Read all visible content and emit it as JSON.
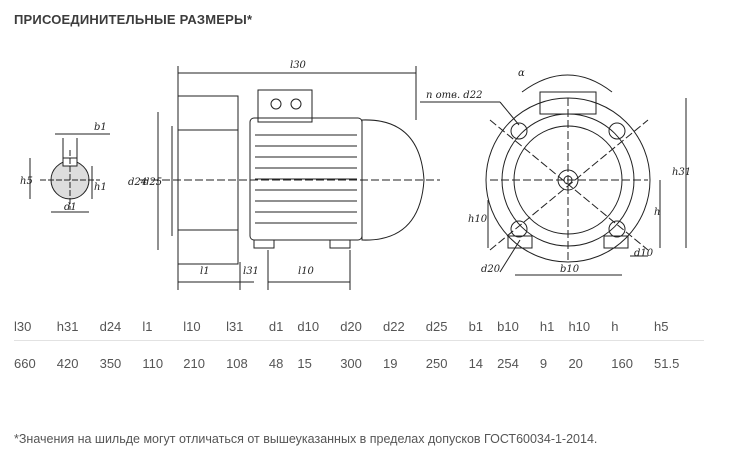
{
  "title": "ПРИСОЕДИНИТЕЛЬНЫЕ РАЗМЕРЫ*",
  "drawing_labels": {
    "l30": "l30",
    "b1": "b1",
    "h5": "h5",
    "h1": "h1",
    "d1": "d1",
    "d24": "d24",
    "d25": "d25",
    "l1": "l1",
    "l31": "l31",
    "l10": "l10",
    "n_otv_d22": "n отв. d22",
    "alpha": "α",
    "h31": "h31",
    "h": "h",
    "h10": "h10",
    "d20": "d20",
    "b10": "b10",
    "d10": "d10"
  },
  "table": {
    "headers": [
      "l30",
      "h31",
      "d24",
      "l1",
      "l10",
      "l31",
      "d1",
      "d10",
      "d20",
      "d22",
      "d25",
      "b1",
      "b10",
      "h1",
      "h10",
      "h",
      "h5"
    ],
    "values": [
      "660",
      "420",
      "350",
      "110",
      "210",
      "108",
      "48",
      "15",
      "300",
      "19",
      "250",
      "14",
      "254",
      "9",
      "20",
      "160",
      "51.5"
    ]
  },
  "footnote": "*Значения на шильде могут отличаться от вышеуказанных в пределах допусков ГОСТ60034-1-2014."
}
